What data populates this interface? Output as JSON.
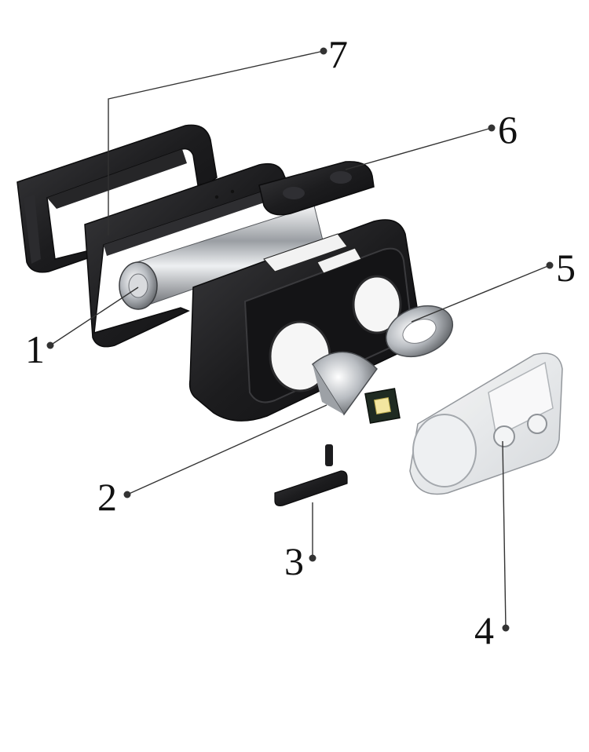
{
  "callouts": [
    {
      "id": "1",
      "label": "1"
    },
    {
      "id": "2",
      "label": "2"
    },
    {
      "id": "3",
      "label": "3"
    },
    {
      "id": "4",
      "label": "4"
    },
    {
      "id": "5",
      "label": "5"
    },
    {
      "id": "6",
      "label": "6"
    },
    {
      "id": "7",
      "label": "7"
    }
  ],
  "colors": {
    "housing": "#1c1c1e",
    "housing_edge": "#3a3a3d",
    "metal": "#c9ccd0",
    "lens": "#e8eaec",
    "led": "#f3e6a0",
    "leader": "#333333"
  }
}
